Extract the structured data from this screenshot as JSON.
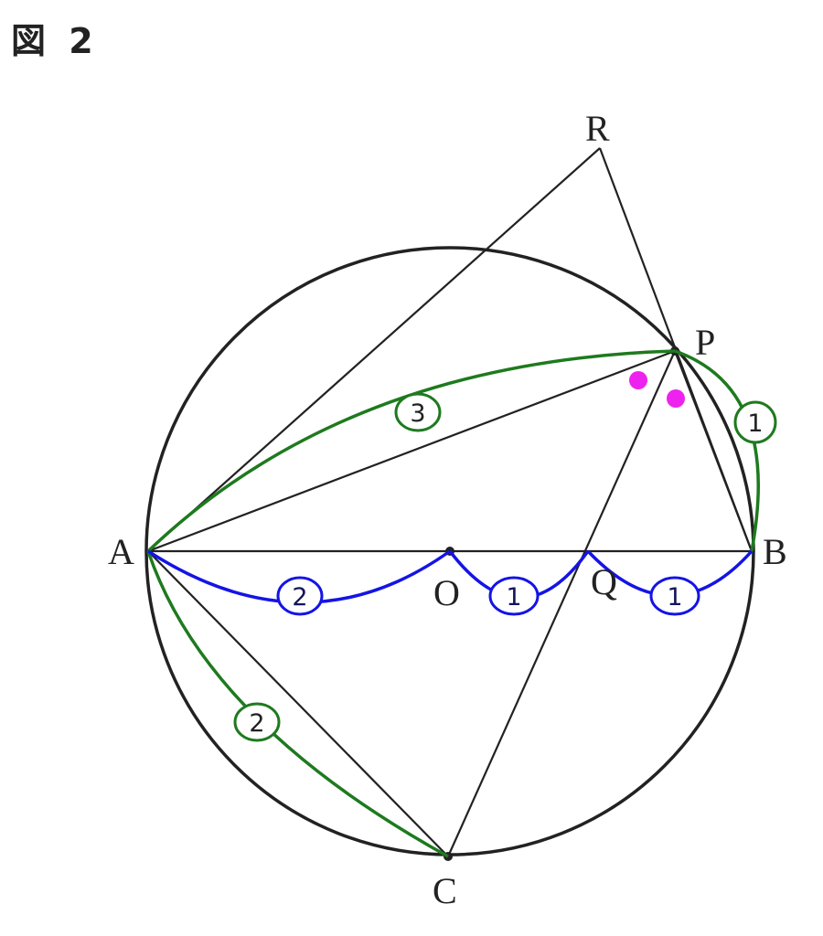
{
  "figure_title": "図 2",
  "points": {
    "A": "A",
    "B": "B",
    "C": "C",
    "O": "O",
    "P": "P",
    "Q": "Q",
    "R": "R"
  },
  "ratios": {
    "AP": "3",
    "PB": "1",
    "AC": "2",
    "AO": "2",
    "OQ": "1",
    "QB": "1"
  },
  "colors": {
    "line": "#222222",
    "green": "#1e7a1e",
    "blue": "#1414e6",
    "angle_mark": "#ee22ee"
  }
}
